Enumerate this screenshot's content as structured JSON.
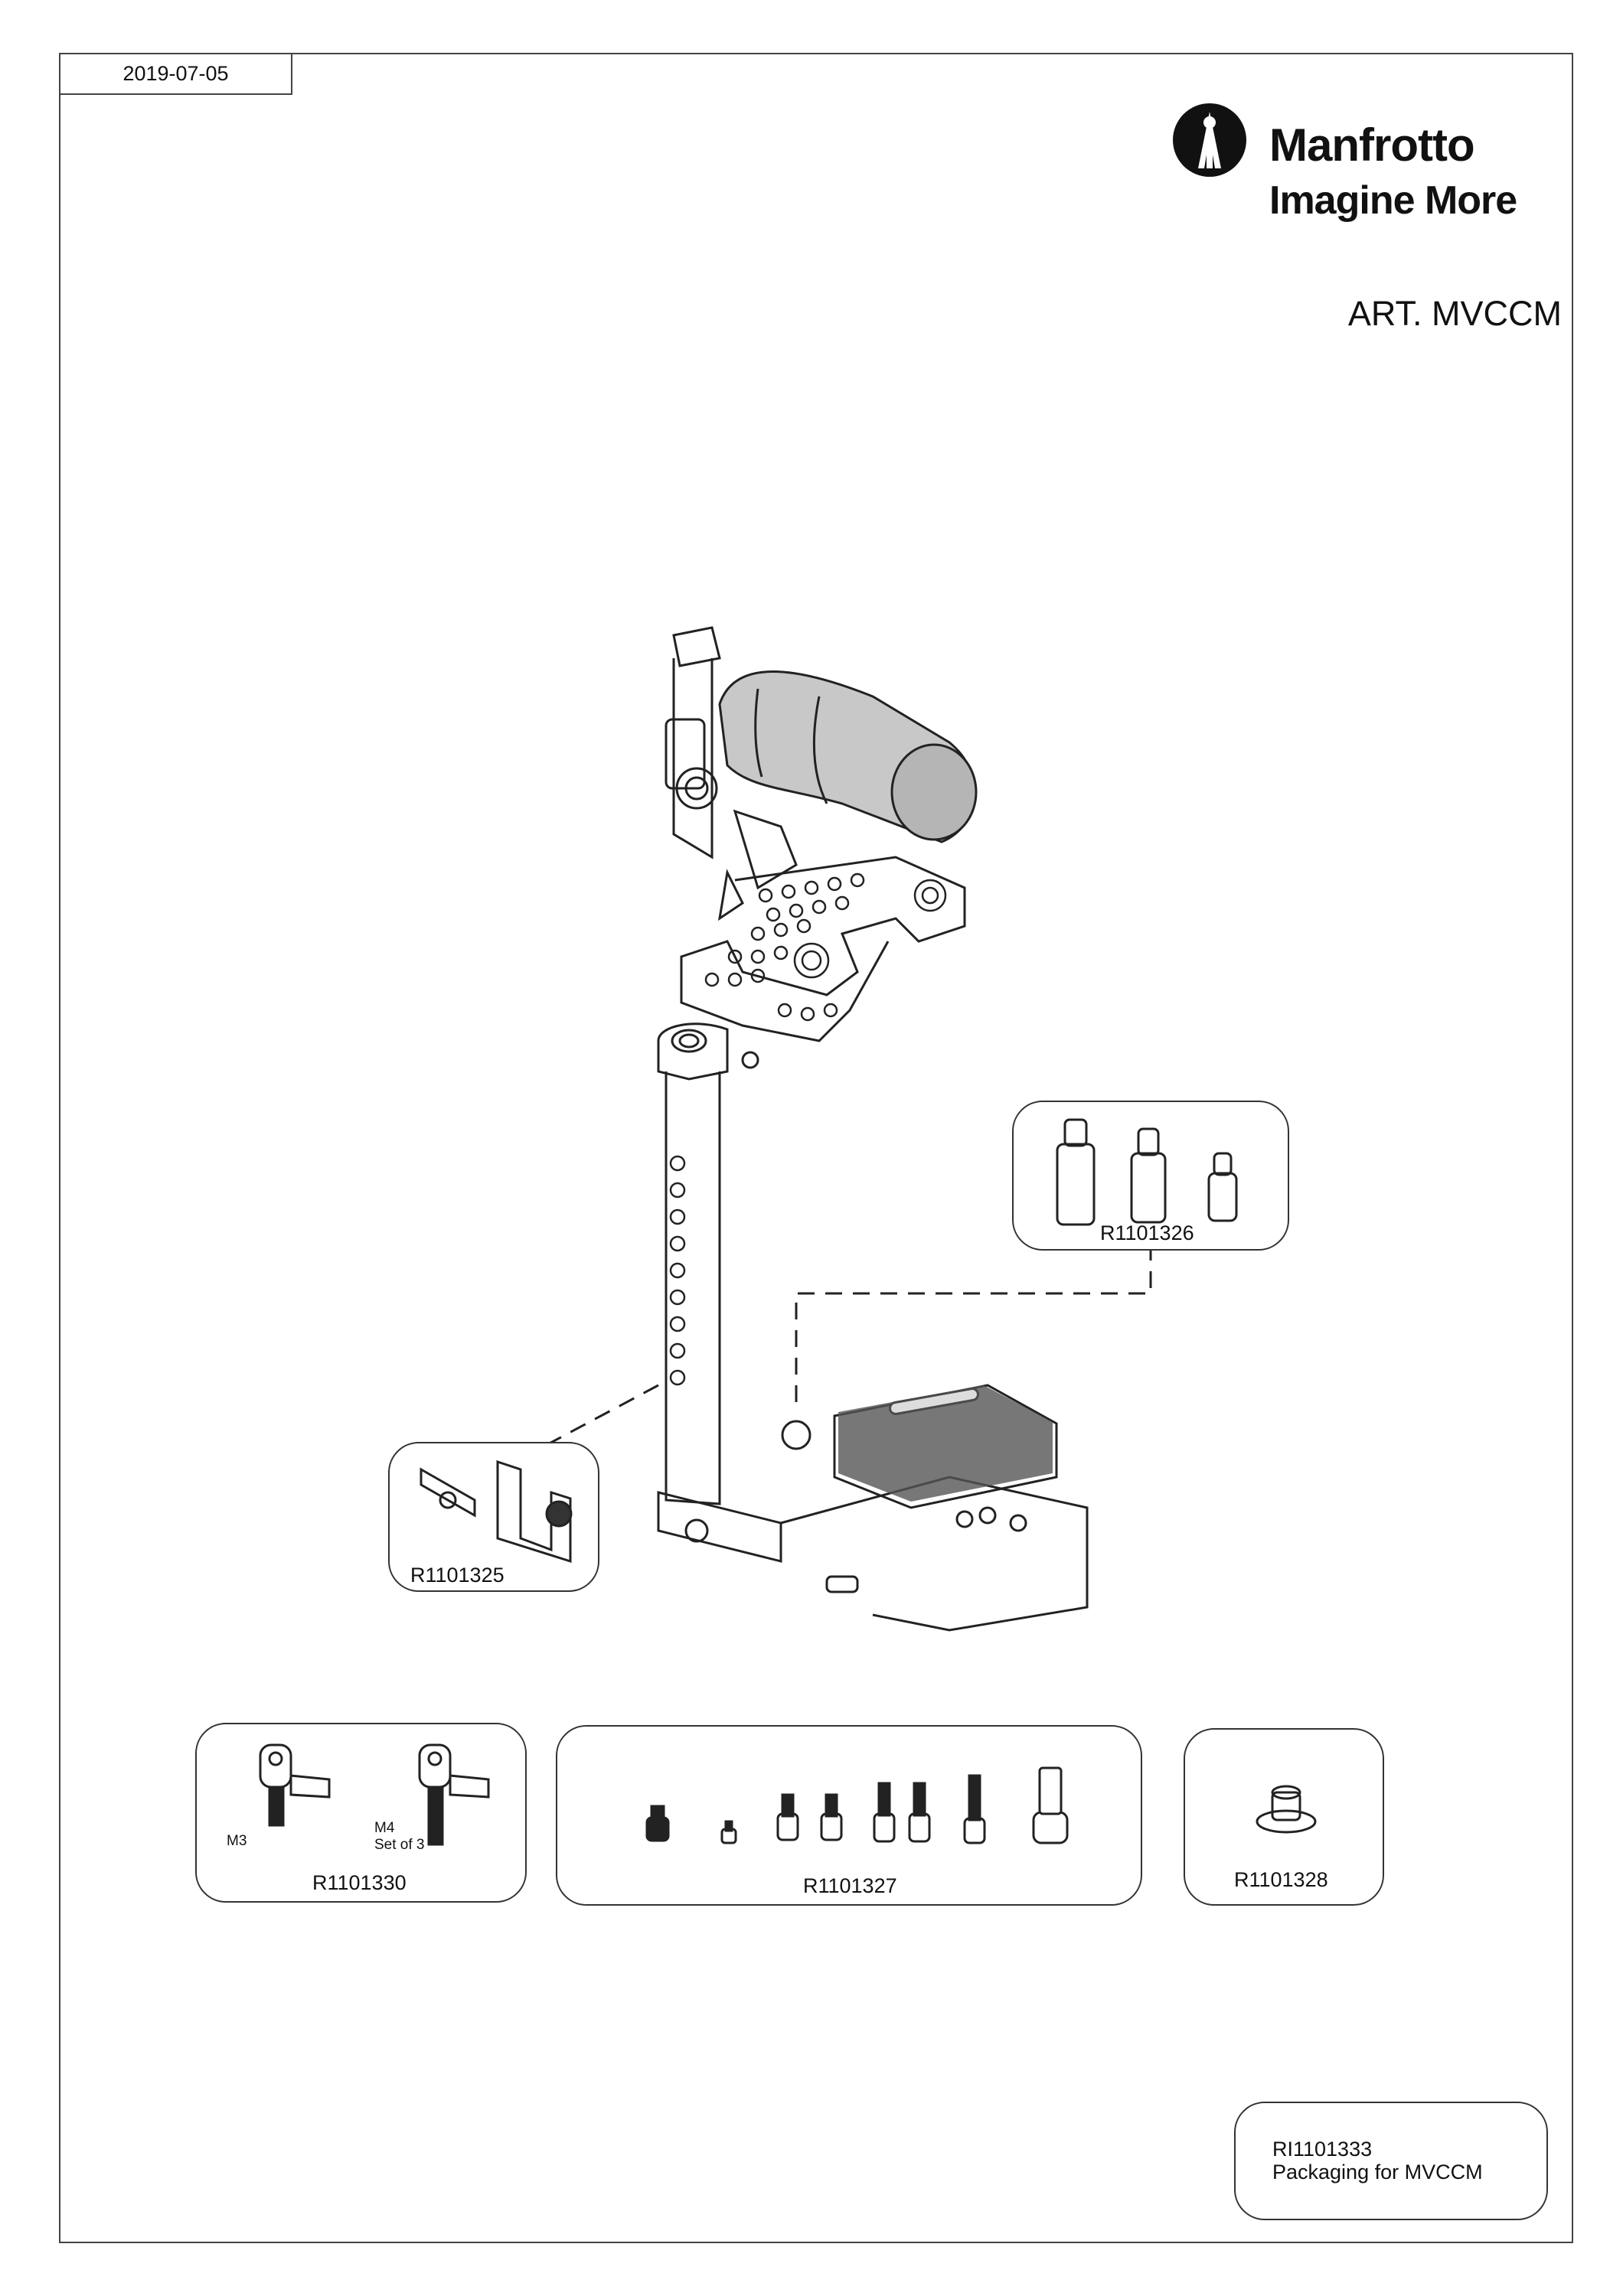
{
  "header": {
    "date": "2019-07-05",
    "brand": "Manfrotto",
    "tagline": "Imagine More",
    "article": "ART. MVCCM"
  },
  "parts": {
    "bracket": {
      "code": "R1101325"
    },
    "spacers": {
      "code": "R1101326"
    },
    "levers": {
      "code": "R1101330",
      "m3_label": "M3",
      "m4_label": "M4",
      "m4_note": "Set of 3"
    },
    "screws": {
      "code": "R1101327"
    },
    "knob": {
      "code": "R1101328"
    },
    "packaging": {
      "code": "RI1101333",
      "description": "Packaging for MVCCM"
    }
  },
  "colors": {
    "line": "#222222",
    "grip": "#b8b8b8",
    "plate_texture": "#555555"
  }
}
